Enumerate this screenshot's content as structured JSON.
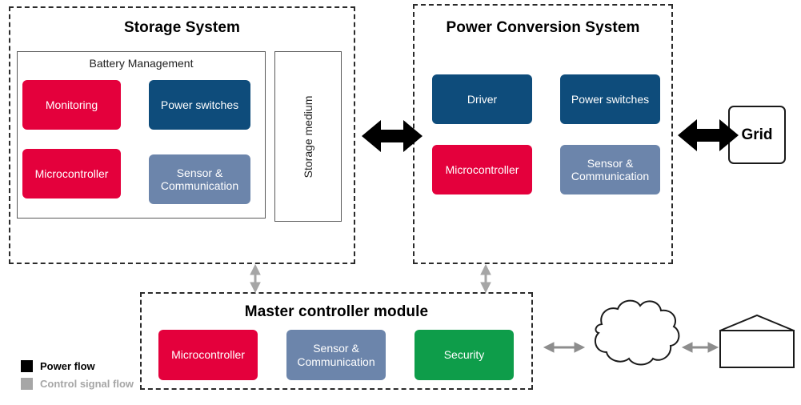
{
  "diagram": {
    "title_storage": "Storage System",
    "title_pcs": "Power Conversion System",
    "title_mcm": "Master controller module"
  },
  "storage_system": {
    "label": "Storage System",
    "battery_management": {
      "label": "Battery Management",
      "blocks": [
        {
          "label": "Monitoring",
          "color": "#E4003C"
        },
        {
          "label": "Power switches",
          "color": "#0E4C7B"
        },
        {
          "label": "Microcontroller",
          "color": "#E4003C"
        },
        {
          "label": "Sensor &\nCommunication",
          "line1": "Sensor &",
          "line2": "Communication",
          "color": "#6C85AB"
        }
      ]
    },
    "storage_medium": {
      "label": "Storage medium"
    }
  },
  "power_conversion_system": {
    "label": "Power Conversion System",
    "blocks": [
      {
        "label": "Driver",
        "color": "#0E4C7B"
      },
      {
        "label": "Power switches",
        "color": "#0E4C7B"
      },
      {
        "label": "Microcontroller",
        "color": "#E4003C"
      },
      {
        "line1": "Sensor &",
        "line2": "Communication",
        "color": "#6C85AB"
      }
    ]
  },
  "master_controller_module": {
    "label": "Master controller module",
    "blocks": [
      {
        "label": "Microcontroller",
        "color": "#E4003C"
      },
      {
        "line1": "Sensor &",
        "line2": "Communication",
        "color": "#6C85AB"
      },
      {
        "label": "Security",
        "color": "#0E9D4A"
      }
    ]
  },
  "external": {
    "grid": "Grid",
    "internet": "Internet",
    "utility": "Utility"
  },
  "legend": {
    "power_flow": "Power flow",
    "control_signal_flow": "Control signal flow",
    "power_flow_color": "#000000",
    "control_signal_color": "#a6a6a6"
  },
  "icons": {
    "power_arrow": "double-arrow-black-icon",
    "control_arrow": "double-arrow-gray-icon",
    "cloud": "cloud-icon",
    "house": "house-icon"
  }
}
